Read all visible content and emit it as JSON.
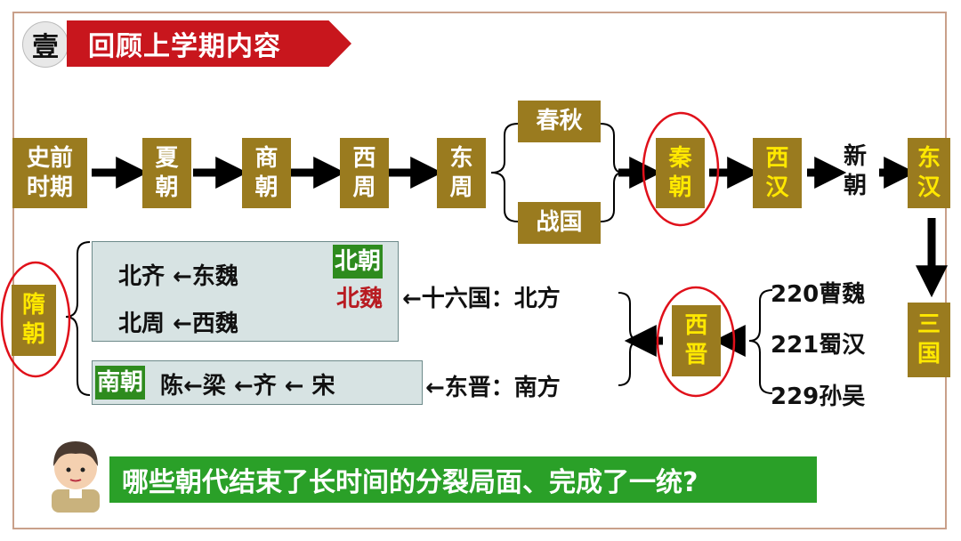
{
  "header": {
    "number": "壹",
    "title": "回顾上学期内容"
  },
  "timeline": {
    "prehistoric": [
      "史前",
      "时期"
    ],
    "xia": [
      "夏",
      "朝"
    ],
    "shang": [
      "商",
      "朝"
    ],
    "western_zhou": [
      "西",
      "周"
    ],
    "eastern_zhou": [
      "东",
      "周"
    ],
    "chunqiu": "春秋",
    "zhanguo": "战国",
    "qin": [
      "秦",
      "朝"
    ],
    "western_han": [
      "西",
      "汉"
    ],
    "xin": [
      "新",
      "朝"
    ],
    "eastern_han": [
      "东",
      "汉"
    ],
    "three_kingdoms": [
      "三",
      "国"
    ],
    "three_kingdoms_list": [
      "220曹魏",
      "221蜀汉",
      "229孙吴"
    ],
    "western_jin": [
      "西",
      "晋"
    ],
    "north_path": "←十六国：北方",
    "south_path": "←东晋：南方",
    "northern_dynasties": {
      "label": "北朝",
      "northern_wei": "北魏",
      "row1": "北齐 ←东魏",
      "row2": "北周 ←西魏"
    },
    "southern_dynasties": {
      "label": "南朝",
      "sequence": "陈←梁 ←齐 ← 宋"
    },
    "sui": [
      "隋",
      "朝"
    ]
  },
  "question": "哪些朝代结束了长时间的分裂局面、完成了一统?",
  "colors": {
    "gold_box": "#9a7b1f",
    "red": "#c8161d",
    "green": "#2aa028",
    "highlight_yellow": "#ffe800"
  }
}
